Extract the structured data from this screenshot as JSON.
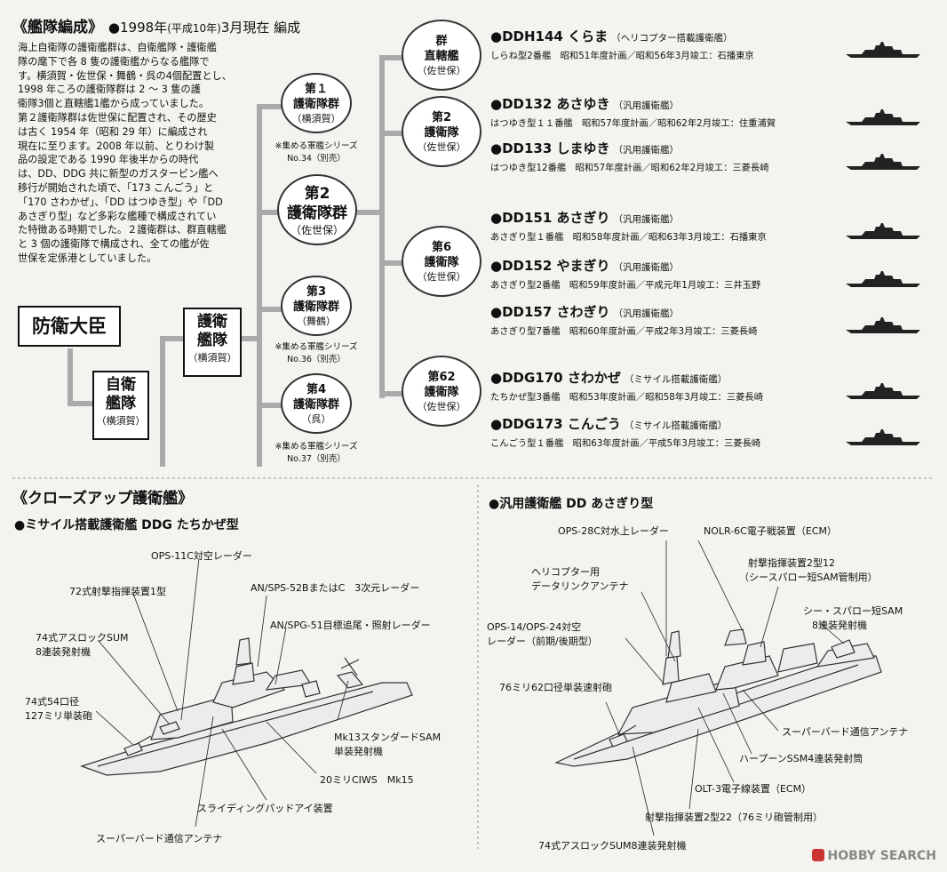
{
  "fleet": {
    "title": "《艦隊編成》",
    "date_prefix": "●1998年",
    "date_era": "(平成10年)",
    "date_suffix": "3月現在 編成",
    "description": [
      "海上自衛隊の護衛艦群は、自衛艦隊・護衛艦",
      "隊の麾下で各 8 隻の護衛艦からなる艦隊で",
      "す。横須賀・佐世保・舞鶴・呉の4個配置とし、",
      "1998 年ころの護衛隊群は 2 ～ 3 隻の護",
      "衛隊3個と直轄艦1艦から成っていました。",
      "第２護衛隊群は佐世保に配置され、その歴史",
      "は古く 1954 年（昭和 29 年）に編成され",
      "現在に至ります。2008 年以前、とりわけ製",
      "品の設定である 1990 年後半からの時代",
      "は、DD、DDG 共に新型のガスタービン艦へ",
      "移行が開始された頃で、「173 こんごう」と",
      "「170 さわかぜ」、「DD はつゆき型」や「DD",
      "あさぎり型」など多彩な艦種で構成されてい",
      "た特徴ある時期でした。２護衛群は、群直轄艦",
      "と 3 個の護衛隊で構成され、全ての艦が佐",
      "世保を定係港としていました。"
    ],
    "minister": "防衛大臣",
    "self_defense_fleet": {
      "name_line1": "自衛",
      "name_line2": "艦隊",
      "place": "（横須賀）"
    },
    "escort_fleet": {
      "name_line1": "護衛",
      "name_line2": "艦隊",
      "place": "（横須賀）"
    },
    "groups": [
      {
        "name": "第１",
        "name2": "護衛隊群",
        "place": "（横須賀）",
        "note1": "※集める軍艦シリーズ",
        "note2": "No.34（別売）"
      },
      {
        "name": "第2",
        "name2": "護衛隊群",
        "place": "（佐世保）"
      },
      {
        "name": "第3",
        "name2": "護衛隊群",
        "place": "（舞鶴）",
        "note1": "※集める軍艦シリーズ",
        "note2": "No.36（別売）"
      },
      {
        "name": "第4",
        "name2": "護衛隊群",
        "place": "（呉）",
        "note1": "※集める軍艦シリーズ",
        "note2": "No.37（別売）"
      }
    ],
    "divisions": [
      {
        "name": "群",
        "name2": "直轄艦",
        "place": "（佐世保）"
      },
      {
        "name": "第2",
        "name2": "護衛隊",
        "place": "（佐世保）"
      },
      {
        "name": "第6",
        "name2": "護衛隊",
        "place": "（佐世保）"
      },
      {
        "name": "第62",
        "name2": "護衛隊",
        "place": "（佐世保）"
      }
    ],
    "ships": [
      {
        "name": "●DDH144 くらま",
        "cls": "（ヘリコプター搭載護衛艦）",
        "detail": "しらね型2番艦　昭和51年度計画／昭和56年3月竣工：石播東京"
      },
      {
        "name": "●DD132 あさゆき",
        "cls": "（汎用護衛艦）",
        "detail": "はつゆき型１１番艦　昭和57年度計画／昭和62年2月竣工：住重浦賀"
      },
      {
        "name": "●DD133 しまゆき",
        "cls": "（汎用護衛艦）",
        "detail": "はつゆき型12番艦　昭和57年度計画／昭和62年2月竣工：三菱長崎"
      },
      {
        "name": "●DD151 あさぎり",
        "cls": "（汎用護衛艦）",
        "detail": "あさぎり型１番艦　昭和58年度計画／昭和63年3月竣工：石播東京"
      },
      {
        "name": "●DD152 やまぎり",
        "cls": "（汎用護衛艦）",
        "detail": "あさぎり型2番艦　昭和59年度計画／平成元年1月竣工：三井玉野"
      },
      {
        "name": "●DD157 さわぎり",
        "cls": "（汎用護衛艦）",
        "detail": "あさぎり型7番艦　昭和60年度計画／平成2年3月竣工：三菱長崎"
      },
      {
        "name": "●DDG170 さわかぜ",
        "cls": "（ミサイル搭載護衛艦）",
        "detail": "たちかぜ型3番艦　昭和53年度計画／昭和58年3月竣工：三菱長崎"
      },
      {
        "name": "●DDG173 こんごう",
        "cls": "（ミサイル搭載護衛艦）",
        "detail": "こんごう型１番艦　昭和63年度計画／平成5年3月竣工：三菱長崎"
      }
    ]
  },
  "closeup": {
    "title": "《クローズアップ護衛艦》",
    "ddg": {
      "title": "●ミサイル搭載護衛艦 DDG たちかぜ型",
      "labels": [
        "OPS-11C対空レーダー",
        "72式射撃指揮装置1型",
        "AN/SPS-52BまたはC　3次元レーダー",
        "AN/SPG-51目標追尾・照射レーダー",
        "74式アスロックSUM",
        "8連装発射機",
        "74式54口径",
        "127ミリ単装砲",
        "Mk13スタンダードSAM",
        "単装発射機",
        "20ミリCIWS　Mk15",
        "スライディングパッドアイ装置",
        "スーパーバード通信アンテナ"
      ]
    },
    "dd": {
      "title": "●汎用護衛艦 DD あさぎり型",
      "labels": [
        "OPS-28C対水上レーダー",
        "NOLR-6C電子戦装置（ECM）",
        "射撃指揮装置2型12",
        "（シースパロー短SAM管制用）",
        "ヘリコプター用",
        "データリンクアンテナ",
        "シー・スパロー短SAM",
        "8連装発射機",
        "OPS-14/OPS-24対空",
        "レーダー（前期/後期型）",
        "76ミリ62口径単装速射砲",
        "スーパーバード通信アンテナ",
        "ハープーンSSM4連装発射筒",
        "OLT-3電子線装置（ECM）",
        "射撃指揮装置2型22（76ミリ砲管制用）",
        "74式アスロックSUM8連装発射機"
      ]
    }
  },
  "watermark": "HOBBY SEARCH"
}
